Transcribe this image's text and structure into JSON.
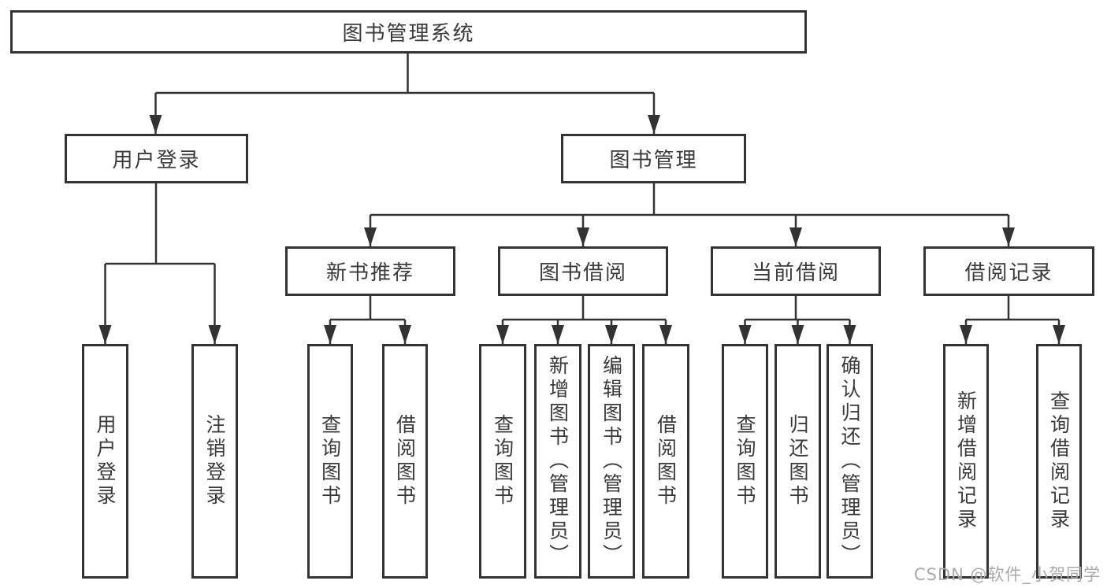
{
  "tree": {
    "root": "图书管理系统",
    "branches": [
      {
        "label": "用户登录",
        "children": [
          "用户登录",
          "注销登录"
        ]
      },
      {
        "label": "图书管理",
        "children": [
          {
            "label": "新书推荐",
            "children": [
              "查询图书",
              "借阅图书"
            ]
          },
          {
            "label": "图书借阅",
            "children": [
              "查询图书",
              "新增图书（管理员）",
              "编辑图书（管理员）",
              "借阅图书"
            ]
          },
          {
            "label": "当前借阅",
            "children": [
              "查询图书",
              "归还图书",
              "确认归还（管理员）"
            ]
          },
          {
            "label": "借阅记录",
            "children": [
              "新增借阅记录",
              "查询借阅记录"
            ]
          }
        ]
      }
    ]
  },
  "watermark": "CSDN @软件_小贺同学",
  "colors": {
    "line": "#333333",
    "box_border": "#333333",
    "text": "#3a3a3a",
    "background": "#ffffff",
    "watermark": "#a9a9a9"
  }
}
